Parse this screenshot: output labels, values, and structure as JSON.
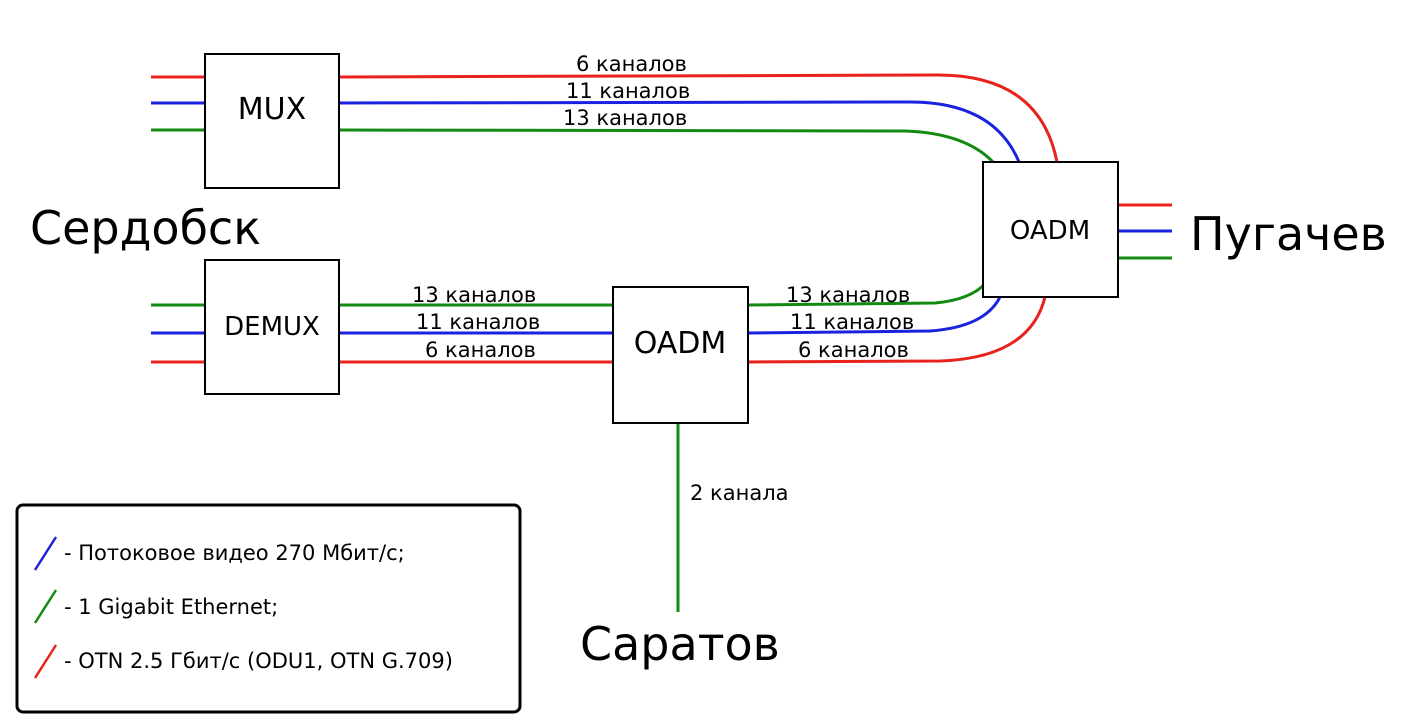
{
  "colors": {
    "red": "#e8231e",
    "blue": "#1a22e0",
    "green": "#128a12"
  },
  "cities": {
    "serdobsk": "Сердобск",
    "pugachev": "Пугачев",
    "saratov": "Саратов"
  },
  "nodes": {
    "mux": "MUX",
    "demux": "DEMUX",
    "oadm_pugachev": "OADM",
    "oadm_saratov": "OADM"
  },
  "links": {
    "top_red": "6 каналов",
    "top_blue": "11 каналов",
    "top_green": "13 каналов",
    "left_bottom_green": "13 каналов",
    "left_bottom_blue": "11 каналов",
    "left_bottom_red": "6 каналов",
    "right_bottom_green": "13 каналов",
    "right_bottom_blue": "11 каналов",
    "right_bottom_red": "6 каналов",
    "saratov_drop": "2 канала"
  },
  "legend": {
    "items": [
      {
        "color": "blue",
        "text": "- Потоковое видео 270 Мбит/с;"
      },
      {
        "color": "green",
        "text": "- 1 Gigabit Ethernet;"
      },
      {
        "color": "red",
        "text": "- OTN 2.5 Гбит/с (ODU1, OTN G.709)"
      }
    ]
  }
}
